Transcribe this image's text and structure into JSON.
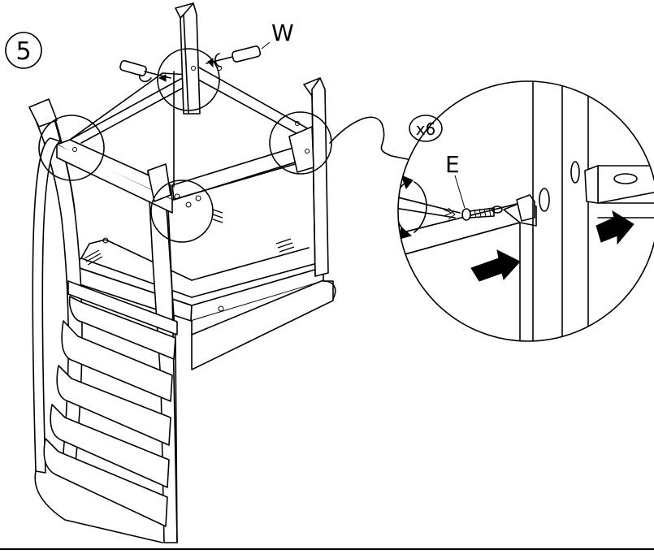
{
  "step": {
    "number": "5"
  },
  "labels": {
    "screwdriver": "W",
    "screw": "E",
    "quantity": "x6"
  },
  "colors": {
    "line": "#000000",
    "background": "#ffffff"
  },
  "icons": [
    "screwdriver-icon",
    "rotation-arrow-icon",
    "push-arrow-icon",
    "screw-icon"
  ]
}
